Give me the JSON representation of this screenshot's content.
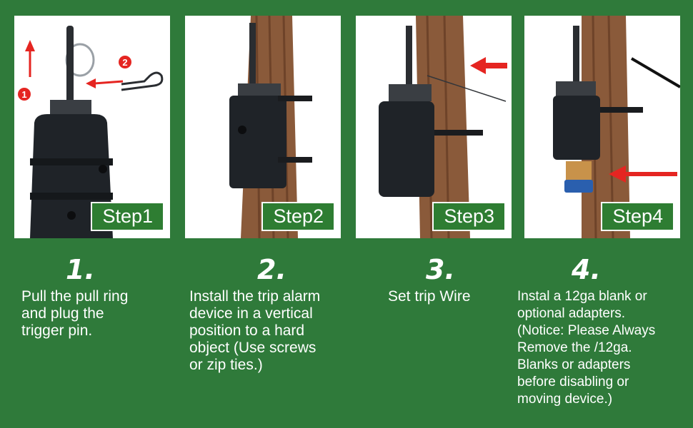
{
  "colors": {
    "background": "#2f7a3a",
    "label_bg": "#2e7d32",
    "arrow_red": "#e52521",
    "device": "#1f2328",
    "bark": "#8a5a3a"
  },
  "steps": [
    {
      "label": "Step1",
      "number": "1.",
      "text": "Pull the pull ring\nand plug the\ntrigger pin.",
      "badges": [
        "1",
        "2"
      ]
    },
    {
      "label": "Step2",
      "number": "2.",
      "text": "Install the trip alarm\ndevice in a vertical\nposition to a hard\nobject (Use screws\nor zip ties.)"
    },
    {
      "label": "Step3",
      "number": "3.",
      "text": "Set trip Wire"
    },
    {
      "label": "Step4",
      "number": "4.",
      "text": "Instal a 12ga blank or\noptional adapters.\n(Notice: Please Always\nRemove the /12ga.\nBlanks or adapters\nbefore disabling or\nmoving device.)"
    }
  ]
}
